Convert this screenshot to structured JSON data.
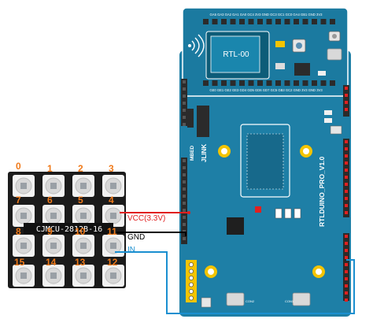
{
  "matrix": {
    "label": "CJMCU-2812B-16",
    "led_numbers": [
      "0",
      "1",
      "2",
      "3",
      "7",
      "6",
      "5",
      "4",
      "8",
      "9",
      "10",
      "11",
      "15",
      "14",
      "13",
      "12"
    ],
    "number_color": "#f07a1a"
  },
  "wires": {
    "vcc": {
      "label": "VCC(3.3V)",
      "color": "#e02020"
    },
    "gnd": {
      "label": "GND",
      "color": "#000000"
    },
    "in": {
      "label": "IN",
      "color": "#1a8fd0"
    }
  },
  "board": {
    "module_label": "RTL-00",
    "name_label": "RTLDUINO_PRO_V1.0",
    "jlink_label": "JLINK",
    "mbed_label": "MBED",
    "top_pin_labels": "GA5 GA3 GA2 GA1 GA0 GC4 3V3 GND GC3 GC1 GC0 GA4 GB1 GND 3V3",
    "bottom_pin_labels": "GE0 GE1 GE2 GE3 GD4 GD5 GD6 GD7 GC5 GB3 GC2 GND 3V3 GND 3V3",
    "con1_label": "CON1",
    "con2_label": "CON2",
    "colors": {
      "pcb": "#1e7fa6",
      "pcb_dark": "#17698b",
      "module": "#0d5c78",
      "header": "#2b2b2b",
      "pad": "#f4c400"
    }
  }
}
